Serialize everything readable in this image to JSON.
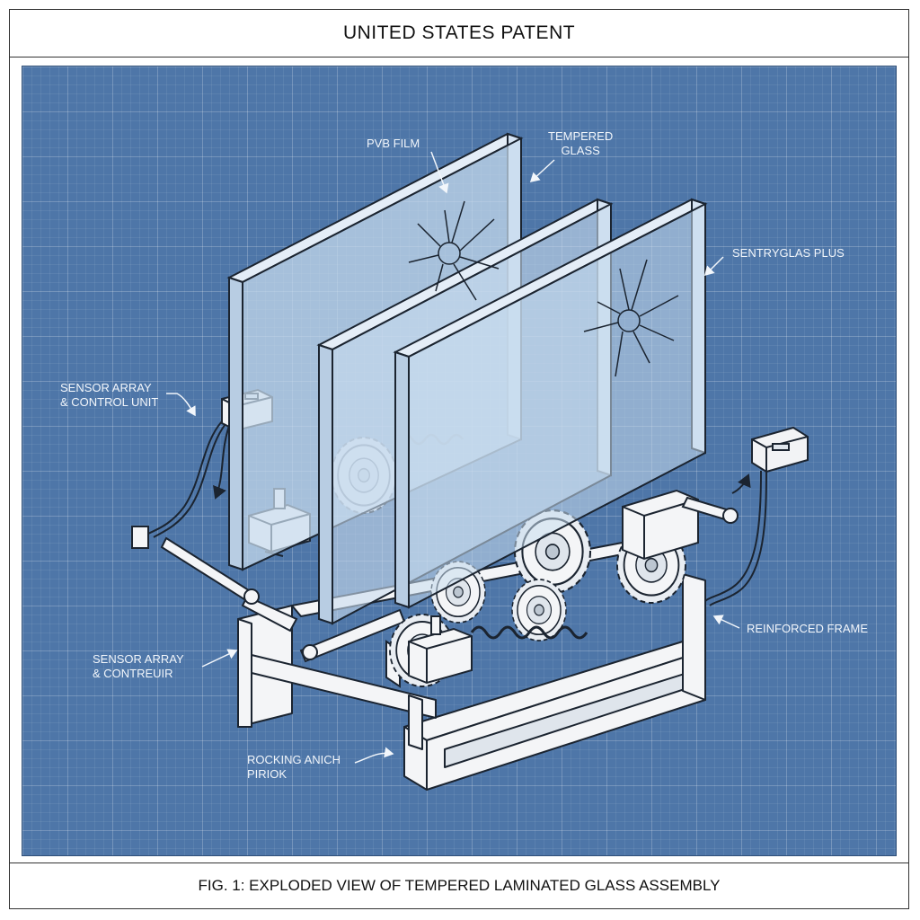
{
  "header": {
    "title": "UNITED STATES PATENT"
  },
  "footer": {
    "caption": "FIG. 1: EXPLODED VIEW OF TEMPERED LAMINATED GLASS ASSEMBLY"
  },
  "labels": {
    "pvb_film": "PVB FILM",
    "tempered_glass_line1": "TEMPERED",
    "tempered_glass_line2": "GLASS",
    "sentryglas_plus": "SENTRYGLAS PLUS",
    "sensor_array_top_line1": "SENSOR ARRAY",
    "sensor_array_top_line2": "& CONTROL UNIT",
    "sensor_array_bottom_line1": "SENSOR ARRAY",
    "sensor_array_bottom_line2": "& CONTREUIR",
    "reinforced_frame": "REINFORCED FRAME",
    "rocking_anich_line1": "ROCKING ANICH",
    "rocking_anich_line2": "PIRIOK"
  },
  "colors": {
    "blueprint": "#4e76a8",
    "glass": "#c9dcef",
    "line": "#1b2430",
    "metal": "#f4f5f7"
  }
}
